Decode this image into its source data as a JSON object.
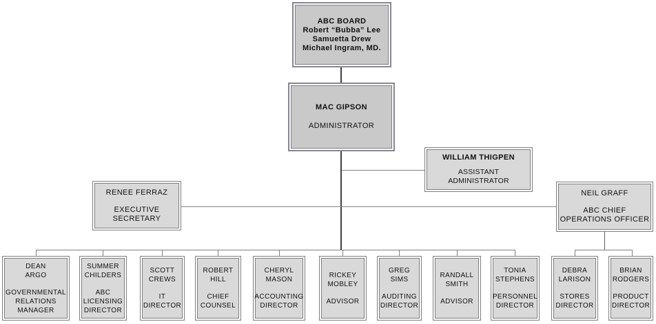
{
  "colors": {
    "background": "#ffffff",
    "node_fill": "#d9d9d9",
    "major_node_fill": "#c9c9c9",
    "node_border": "#7f7f7f",
    "major_node_border": "#87878f",
    "trunk_line": "#3f3f3f",
    "connector_line": "#808080"
  },
  "nodes": {
    "board": {
      "name": "ABC BOARD",
      "members": "Robert “Bubba” Lee\nSamuetta Drew\nMichael Ingram, MD."
    },
    "administrator": {
      "name": "MAC GIPSON",
      "title": "ADMINISTRATOR"
    },
    "assistant_administrator": {
      "name": "WILLIAM THIGPEN",
      "title": "ASSISTANT ADMINISTRATOR"
    },
    "executive_secretary": {
      "name": "RENEE FERRAZ",
      "title": "EXECUTIVE\nSECRETARY"
    },
    "chief_operations_officer": {
      "name": "NEIL GRAFF",
      "title": "ABC CHIEF\nOPERATIONS OFFICER"
    },
    "staff": [
      {
        "name": "DEAN\nARGO",
        "title": "GOVERNMENTAL\nRELATIONS\nMANAGER"
      },
      {
        "name": "SUMMER\nCHILDERS",
        "title": "ABC\nLICENSING\nDIRECTOR"
      },
      {
        "name": "SCOTT\nCREWS",
        "title": "IT\nDIRECTOR"
      },
      {
        "name": "ROBERT\nHILL",
        "title": "CHIEF\nCOUNSEL"
      },
      {
        "name": "CHERYL\nMASON",
        "title": "ACCOUNTING\nDIRECTOR"
      },
      {
        "name": "RICKEY\nMOBLEY",
        "title": "ADVISOR"
      },
      {
        "name": "GREG SIMS",
        "title": "AUDITING\nDIRECTOR"
      },
      {
        "name": "RANDALL\nSMITH",
        "title": "ADVISOR"
      },
      {
        "name": "TONIA\nSTEPHENS",
        "title": "PERSONNEL\nDIRECTOR"
      },
      {
        "name": "DEBRA\nLARISON",
        "title": "STORES\nDIRECTOR"
      },
      {
        "name": "BRIAN\nRODGERS",
        "title": "PRODUCT\nDIRECTOR"
      }
    ]
  }
}
